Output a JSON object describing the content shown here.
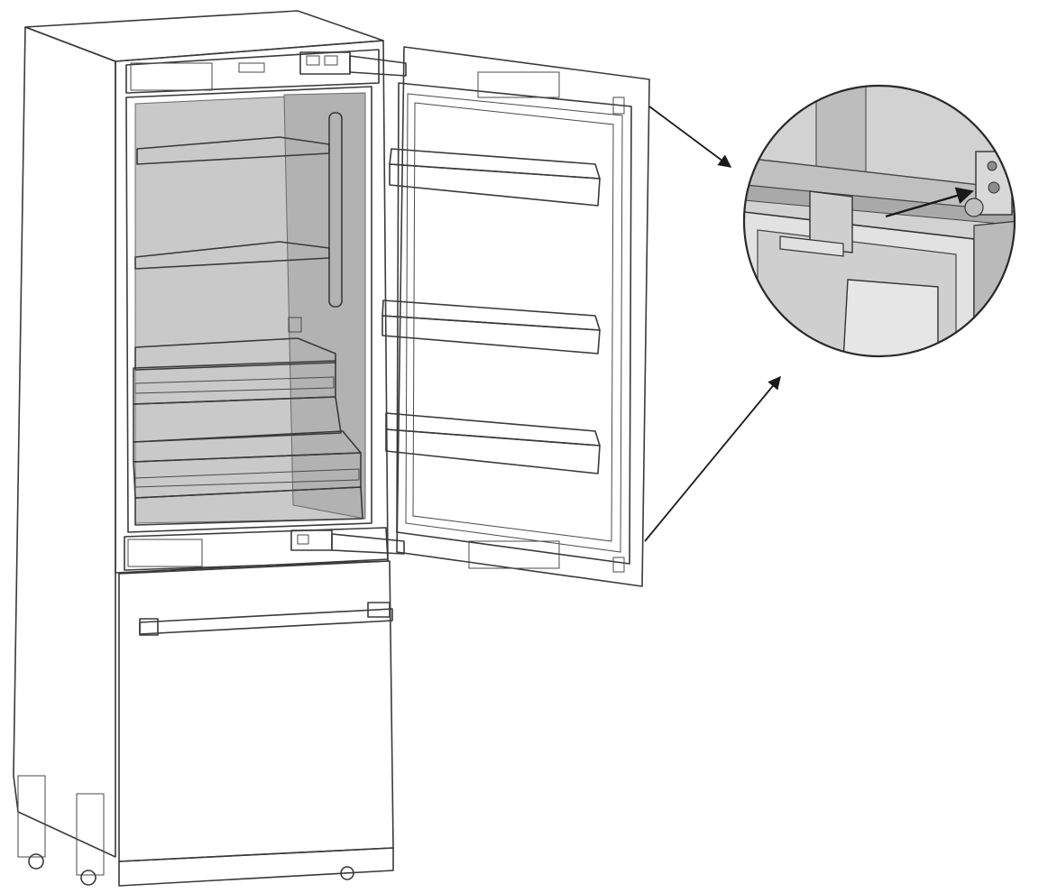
{
  "figure": {
    "subject": "refrigerator-door-hinge-detail",
    "colors": {
      "background": "#ffffff",
      "body_light": "#cfcfcf",
      "body_mid": "#b5b5b5",
      "body_dark": "#8e8e8e",
      "interior": "#c4c4c4",
      "outline": "#3a3a3a"
    }
  },
  "callout": {
    "icon": "magnifier-circle",
    "pointer_count": 3
  }
}
